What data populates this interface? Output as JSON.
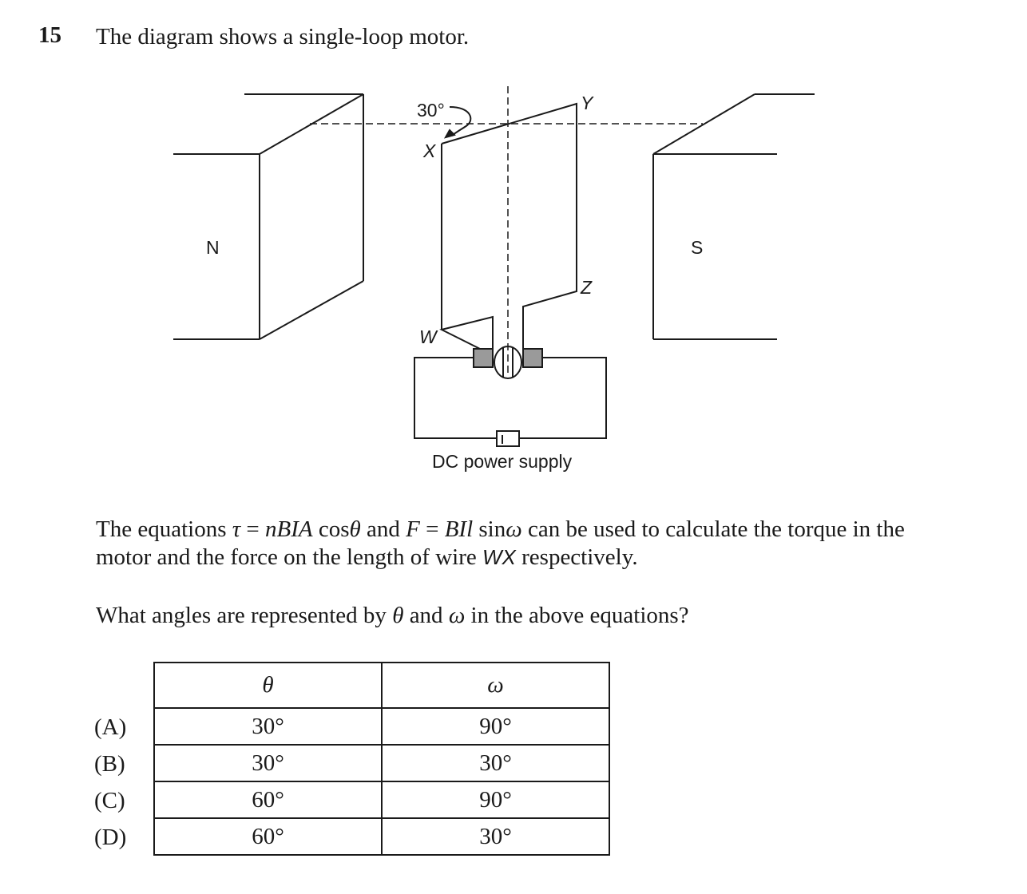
{
  "question": {
    "number": "15",
    "stem": "The diagram shows a single-loop motor."
  },
  "diagram": {
    "magnet_left_label": "N",
    "magnet_right_label": "S",
    "angle_label": "30°",
    "corner_labels": {
      "x": "X",
      "y": "Y",
      "z": "Z",
      "w": "W"
    },
    "supply_label": "DC power supply"
  },
  "paragraph1": {
    "t1": "The equations ",
    "tau": "τ",
    "eq1": " = ",
    "nbia": "nBIA",
    "cos": " cos",
    "theta": "θ",
    "and": " and ",
    "f": "F",
    "eq2": " = ",
    "bil": "BIl",
    "sin": " sin",
    "omega": "ω",
    "t2": " can be used to calculate the torque in the motor and the force on the length of wire ",
    "wx": "WX",
    "t3": " respectively."
  },
  "paragraph2": {
    "t1": "What angles are represented by ",
    "theta": "θ",
    "t2": " and ",
    "omega": "ω",
    "t3": " in the above equations?"
  },
  "table": {
    "headers": [
      "θ",
      "ω"
    ],
    "rows": [
      {
        "label": "(A)",
        "theta": "30°",
        "omega": "90°"
      },
      {
        "label": "(B)",
        "theta": "30°",
        "omega": "30°"
      },
      {
        "label": "(C)",
        "theta": "60°",
        "omega": "90°"
      },
      {
        "label": "(D)",
        "theta": "60°",
        "omega": "30°"
      }
    ]
  }
}
